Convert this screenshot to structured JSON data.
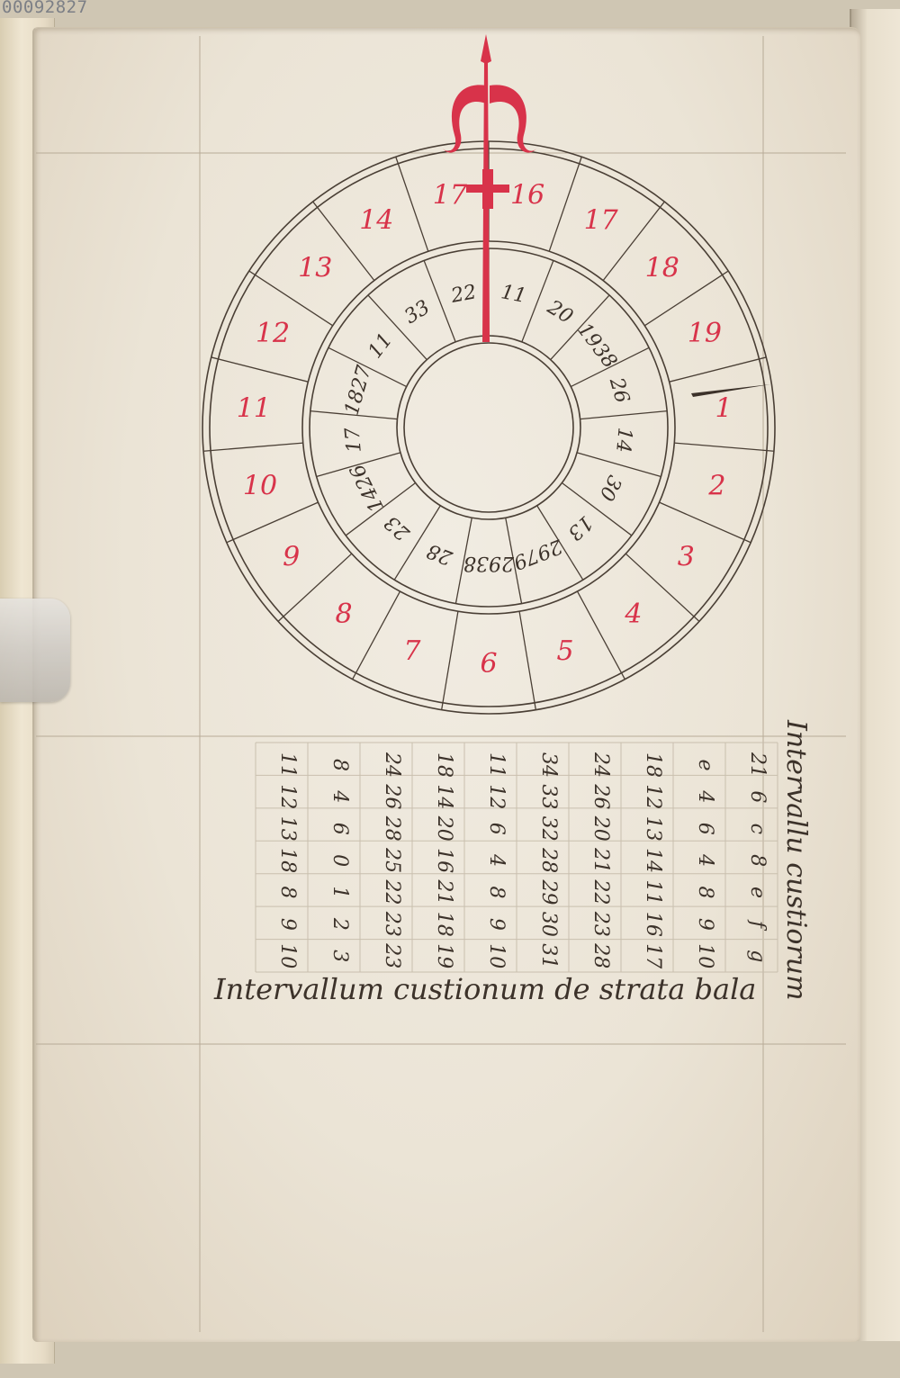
{
  "sheet_id": "00092827",
  "colors": {
    "ink": "#3c322a",
    "red": "#d8334a",
    "parchment": "#ede6d8",
    "rule": "#b7ab97"
  },
  "wheel": {
    "outer_ring_red": [
      "1",
      "2",
      "3",
      "4",
      "5",
      "6",
      "7",
      "8",
      "9",
      "10",
      "11",
      "12",
      "13",
      "14",
      "17",
      "16",
      "17",
      "18",
      "19"
    ],
    "inner_ring_ink": [
      "11",
      "20",
      "1938",
      "26",
      "14",
      "30",
      "13",
      "2979",
      "2938",
      "28",
      "23",
      "1426",
      "17",
      "1827",
      "11",
      "33",
      "22"
    ]
  },
  "table": {
    "heading": "Intervallum custionum de strata bala",
    "side_heading": "Intervallu custiorum",
    "rows": [
      [
        "21",
        "6",
        "c",
        "8",
        "e",
        "f",
        "g"
      ],
      [
        "e",
        "4",
        "6",
        "4",
        "8",
        "9",
        "10"
      ],
      [
        "18",
        "12",
        "13",
        "14",
        "11",
        "16",
        "17"
      ],
      [
        "24",
        "26",
        "20",
        "21",
        "22",
        "23",
        "28"
      ],
      [
        "34",
        "33",
        "32",
        "28",
        "29",
        "30",
        "31"
      ],
      [
        "11",
        "12",
        "6",
        "4",
        "8",
        "9",
        "10"
      ],
      [
        "18",
        "14",
        "20",
        "16",
        "21",
        "18",
        "19"
      ],
      [
        "24",
        "26",
        "28",
        "25",
        "22",
        "23",
        "23"
      ],
      [
        "8",
        "4",
        "6",
        "0",
        "1",
        "2",
        "3"
      ],
      [
        "11",
        "12",
        "13",
        "18",
        "8",
        "9",
        "10"
      ]
    ]
  }
}
